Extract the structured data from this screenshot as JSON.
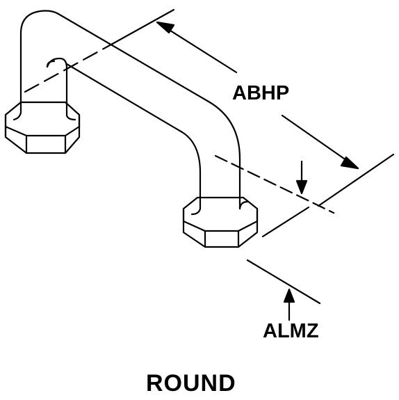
{
  "dimensions": {
    "abhp_label": "ABHP",
    "almz_label": "ALMZ"
  },
  "caption": "ROUND",
  "colors": {
    "stroke": "#000000",
    "background": "#ffffff"
  }
}
